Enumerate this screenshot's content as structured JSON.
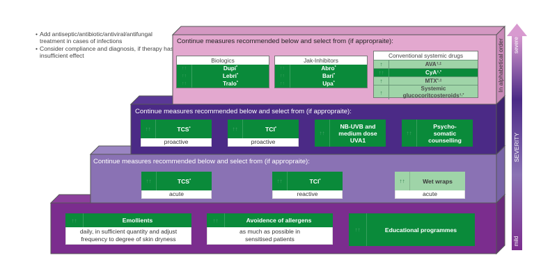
{
  "notes": [
    "Add antiseptic/antibiotic/antiviral/antifungal treatment in cases of infections",
    "Consider compliance and diagnosis, if therapy has insufficient effect"
  ],
  "side_label": "In alphabetical order",
  "severity_axis": {
    "label": "SEVERITY",
    "top": "severe",
    "bottom": "mild"
  },
  "colors": {
    "tier1": "#7b2d8e",
    "tier2": "#8a72b4",
    "tier3": "#4b2a86",
    "tier4": "#e3a8cf",
    "green_strong": "#0a8a3a",
    "green_light": "#9fd4a8"
  },
  "tiers": {
    "tier4": {
      "title": "Continue measures recommended below and select from (if appropraite):",
      "biologics": {
        "header": "Biologics",
        "items": [
          {
            "label": "Dupi",
            "sup": "*"
          },
          {
            "label": "Lebri",
            "sup": "*"
          },
          {
            "label": "Tralo",
            "sup": "*"
          }
        ]
      },
      "jak": {
        "header": "Jak-Inhibitors",
        "items": [
          {
            "label": "Abro",
            "sup": "*"
          },
          {
            "label": "Bari",
            "sup": "*"
          },
          {
            "label": "Upa",
            "sup": "*"
          }
        ]
      },
      "conventional": {
        "header": "Conventional systemic drugs",
        "items": [
          {
            "arrow": "↑",
            "label": "AVA",
            "sup": "†,‡"
          },
          {
            "arrow": "↑↑",
            "label": "CyA",
            "sup": "†,*"
          },
          {
            "arrow": "↑",
            "label": "MTX",
            "sup": "*,‡"
          },
          {
            "arrow": "↑",
            "label": "Systemic glucocoritcosteroids",
            "sup": "†,*"
          }
        ]
      }
    },
    "tier3": {
      "title": "Continue measures recommended below and select from (if appropraite):",
      "items": [
        {
          "arrow": "↑↑",
          "label": "TCS",
          "sup": "*",
          "sub": "proactive"
        },
        {
          "arrow": "↑↑",
          "label": "TCI",
          "sup": "*",
          "sub": "proactive"
        },
        {
          "arrow": "↑↑",
          "label": "NB-UVB and medium dose UVA1"
        },
        {
          "arrow": "↑↑",
          "label": "Psycho-somatic counselling"
        }
      ]
    },
    "tier2": {
      "title": "Continue measures recommended below and select from (if appropraite):",
      "items": [
        {
          "arrow": "↑↑",
          "label": "TCS",
          "sup": "*",
          "sub": "acute"
        },
        {
          "arrow": "↑↑",
          "label": "TCI",
          "sup": "*",
          "sub": "reactive"
        },
        {
          "arrow": "↑↑",
          "label": "Wet wraps",
          "sub": "acute"
        }
      ]
    },
    "tier1": {
      "items": [
        {
          "arrow": "↑↑",
          "label": "Emollients",
          "sub": "daily, in sufficient quantity and adjust frequency to degree of skin dryness"
        },
        {
          "arrow": "↑↑",
          "label": "Avoidence of allergens",
          "sub": "as much as possible in sensitised patients"
        },
        {
          "arrow": "↑↑",
          "label": "Educational programmes"
        }
      ]
    }
  }
}
